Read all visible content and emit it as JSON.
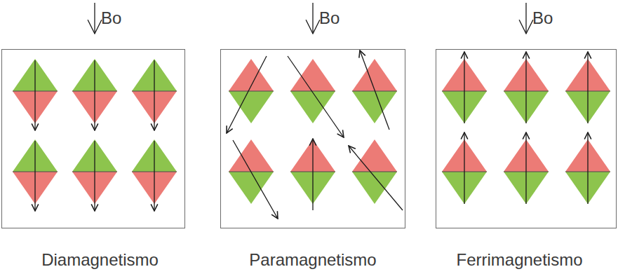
{
  "diagram": {
    "nodes": [
      {
        "text": [
          "Diamagnetismo"
        ]
      },
      {
        "text": [
          "Paramagnetismo"
        ]
      },
      {
        "text": [
          "Ferrimagnetismo"
        ]
      }
    ],
    "labels": [
      "Bo",
      "Bo",
      "Bo"
    ]
  }
}
